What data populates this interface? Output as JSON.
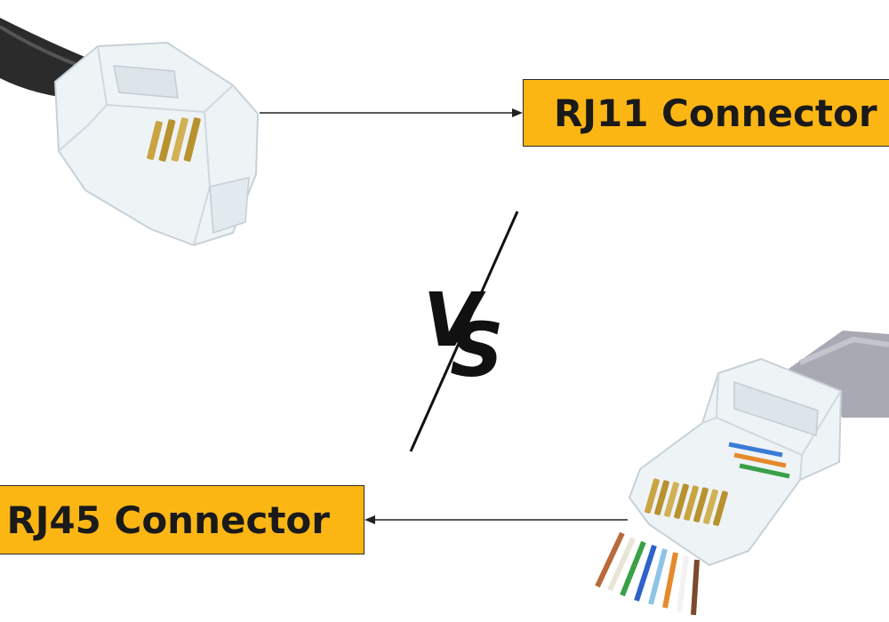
{
  "labels": {
    "rj11": "RJ11 Connector",
    "rj45": "RJ45 Connector"
  },
  "versus": {
    "v": "V",
    "s": "S"
  },
  "colors": {
    "label_fill": "#fbb614",
    "text": "#1a1a1a",
    "arrow": "#222222",
    "rj11_cable": "#2b2b2b",
    "rj45_cable": "#a9a9b3",
    "contacts": "#c9a441",
    "connector_body": "#e8eef2"
  }
}
